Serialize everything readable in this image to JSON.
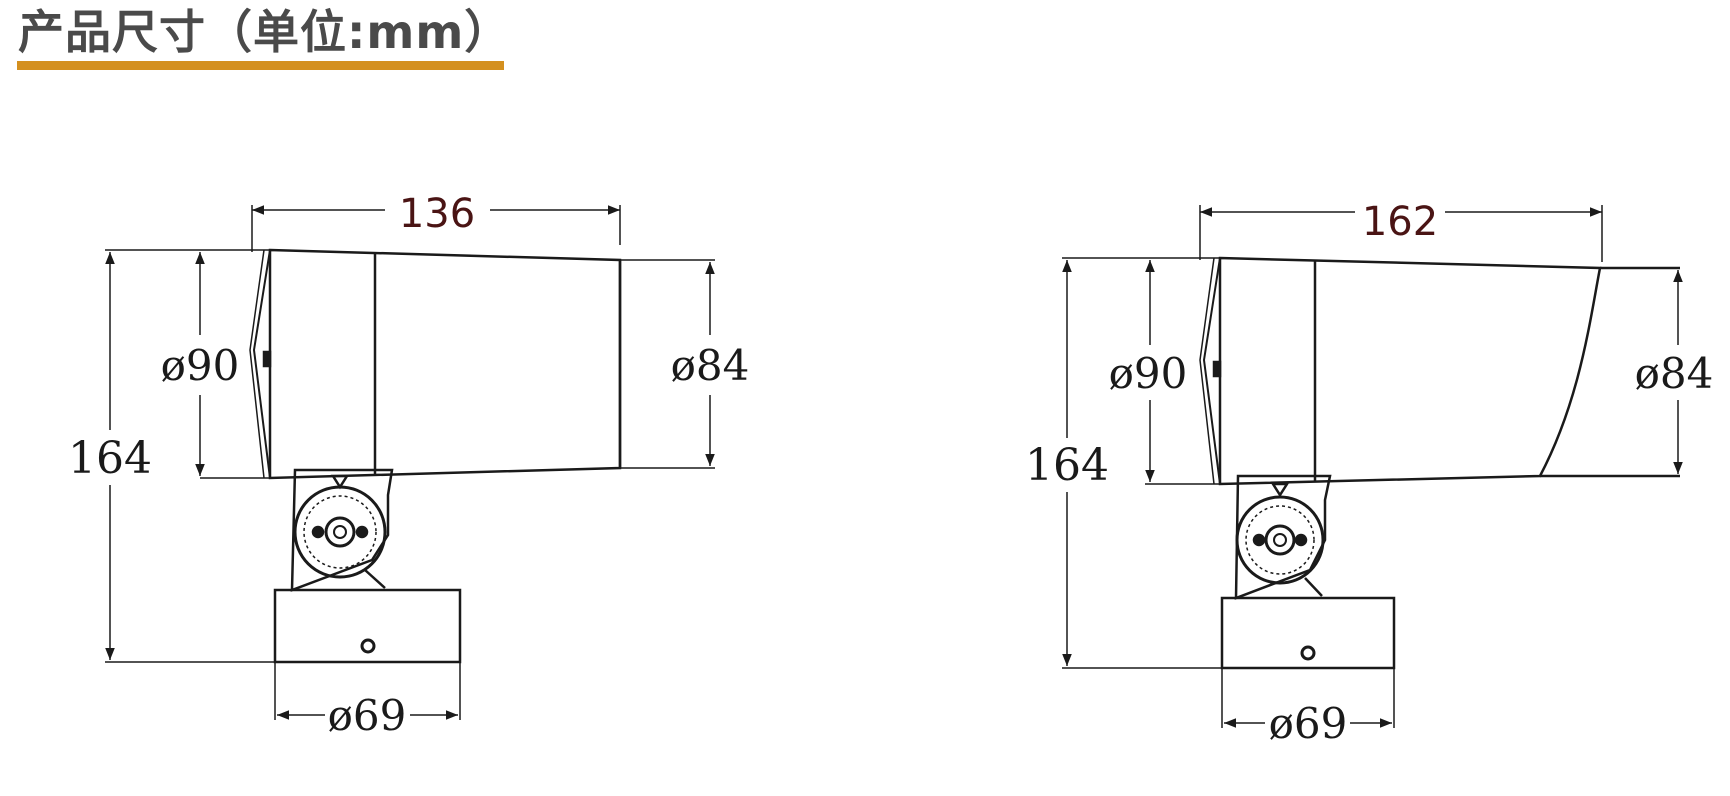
{
  "header": {
    "title": "产品尺寸（单位:mm）",
    "accent_color": "#d4901f"
  },
  "drawings": [
    {
      "length": "136",
      "front_diameter": "ø90",
      "rear_diameter": "ø84",
      "height": "164",
      "base_diameter": "ø69"
    },
    {
      "length": "162",
      "front_diameter": "ø90",
      "rear_diameter": "ø84",
      "height": "164",
      "base_diameter": "ø69"
    }
  ]
}
